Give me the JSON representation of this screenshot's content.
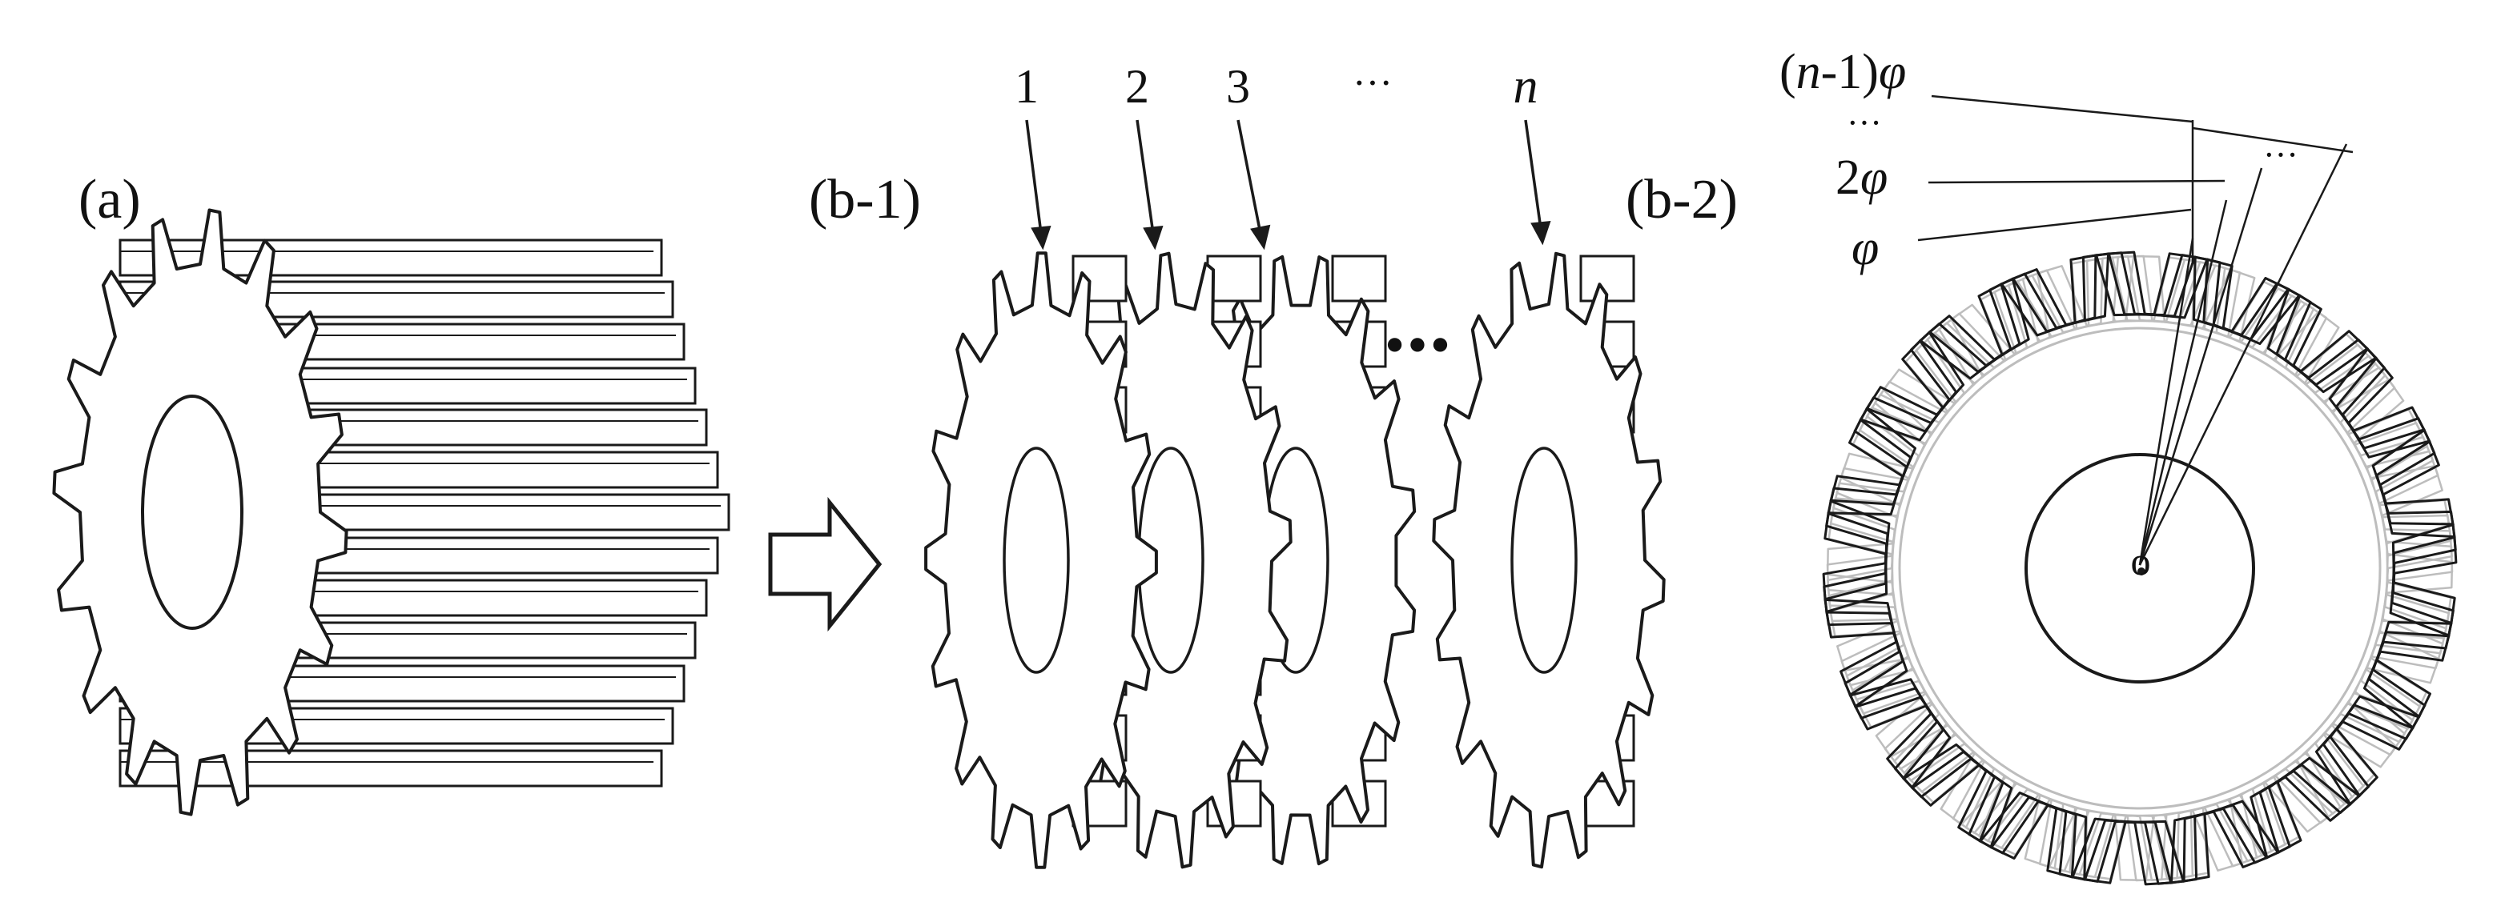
{
  "panels": {
    "a": {
      "label": "(a)"
    },
    "b1": {
      "label": "(b-1)",
      "slice_labels": [
        "1",
        "2",
        "3",
        "···",
        "n"
      ],
      "gap_dots": "•••"
    },
    "b2": {
      "label": "(b-2)",
      "phase_labels": [
        {
          "prefix": "(",
          "var": "n",
          "mid": "-1)",
          "sym": "φ"
        },
        {
          "text": "···"
        },
        {
          "prefix": "2",
          "sym": "φ"
        },
        {
          "sym": "φ"
        }
      ],
      "inner_dots": "···",
      "center_label": "o"
    }
  },
  "colors": {
    "line": "#1a1a1a",
    "ghost": "#bdbdbd",
    "fill": "#ffffff"
  },
  "icons": {
    "arrow": "hollow-right-arrow-icon"
  }
}
